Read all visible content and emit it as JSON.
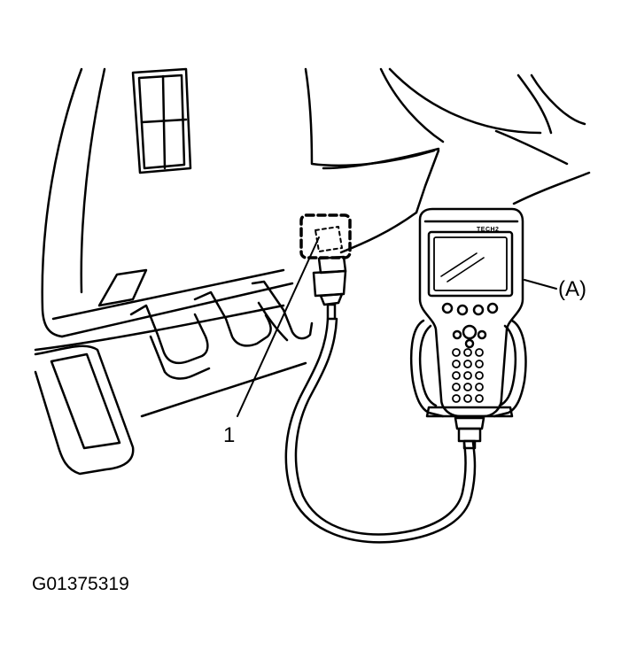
{
  "labels": {
    "callout_1": "1",
    "callout_a": "(A)",
    "figure_code": "G01375319",
    "tool_screen_brand": "TECH2"
  },
  "colors": {
    "line": "#000000",
    "background": "#ffffff"
  }
}
